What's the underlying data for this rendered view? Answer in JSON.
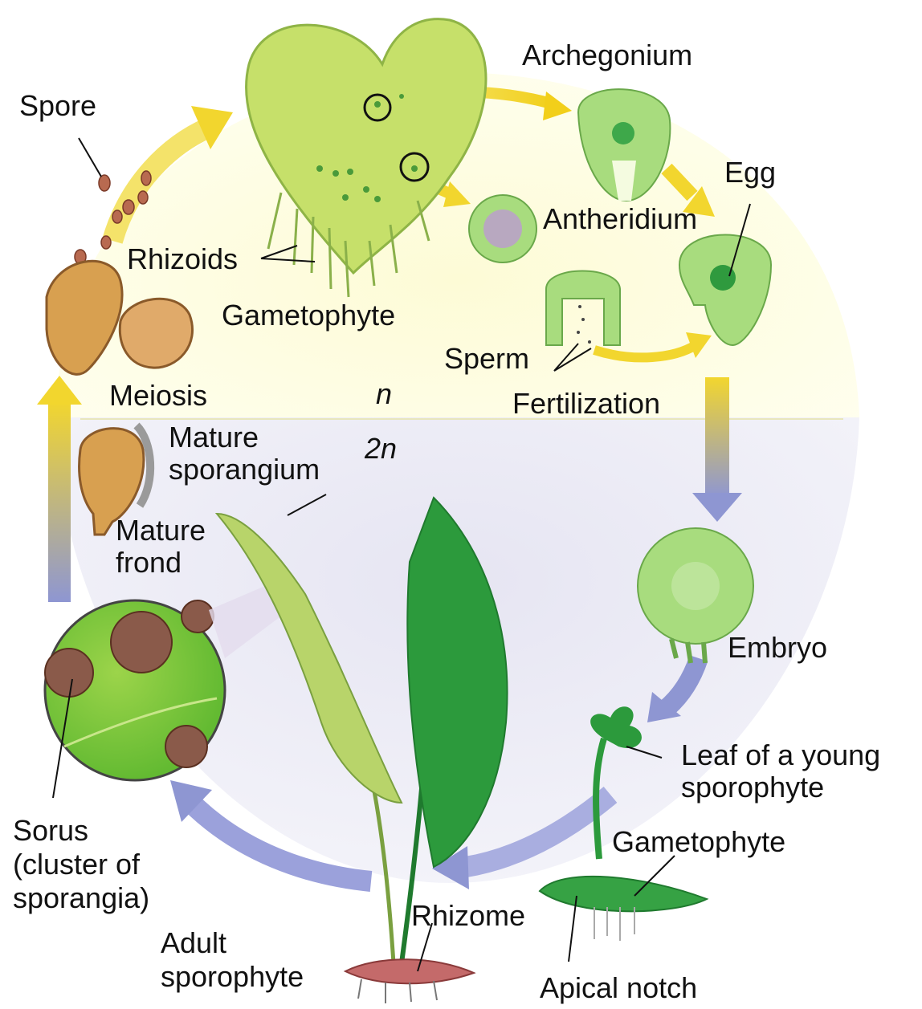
{
  "labels": {
    "spore": "Spore",
    "archegonium": "Archegonium",
    "egg": "Egg",
    "antheridium": "Antheridium",
    "rhizoids": "Rhizoids",
    "gametophyte_top": "Gametophyte",
    "sperm": "Sperm",
    "meiosis": "Meiosis",
    "haploid": "n",
    "fertilization": "Fertilization",
    "mature_sporangium_1": "Mature",
    "mature_sporangium_2": "sporangium",
    "diploid": "2n",
    "mature_frond_1": "Mature",
    "mature_frond_2": "frond",
    "embryo": "Embryo",
    "leaf_young_1": "Leaf of a young",
    "leaf_young_2": "sporophyte",
    "gametophyte_bottom": "Gametophyte",
    "sorus_1": "Sorus",
    "sorus_2": "(cluster of",
    "sorus_3": "sporangia)",
    "rhizome": "Rhizome",
    "adult_1": "Adult",
    "adult_2": "sporophyte",
    "apical_notch": "Apical notch"
  },
  "colors": {
    "haploid_zone": "#fbf9d2",
    "diploid_zone": "#e9e8f4",
    "yellow_arrow": "#f2d62e",
    "blue_arrow": "#8e96d2",
    "gametophyte_green": "#c6e06a",
    "cell_green": "#a8dc7e",
    "frond_dark": "#2c9a3c",
    "frond_light": "#b8d46a",
    "sporangium_brown": "#c98a3c"
  }
}
